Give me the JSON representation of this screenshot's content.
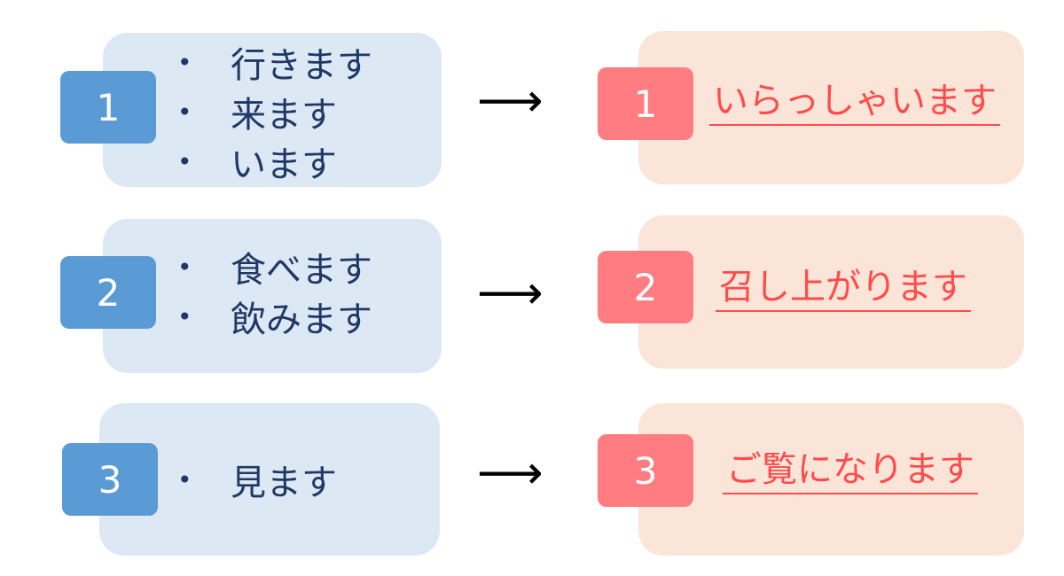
{
  "rows": [
    {
      "number": "1",
      "verbs": [
        "行きます",
        "来ます",
        "います"
      ],
      "arrow": "⟶",
      "honorific": "いらっしゃいます"
    },
    {
      "number": "2",
      "verbs": [
        "食べます",
        "飲みます"
      ],
      "arrow": "⟶",
      "honorific": "召し上がります"
    },
    {
      "number": "3",
      "verbs": [
        "見ます"
      ],
      "arrow": "⟶",
      "honorific": "ご覧になります"
    }
  ],
  "bullet": "•",
  "colors": {
    "left_box": "#dde8f5",
    "right_box": "#fbe5d8",
    "left_badge": "#5b9bd5",
    "right_badge": "#ff7c80",
    "verb_text": "#1f3864",
    "honorific_text": "#ff4b4b"
  }
}
